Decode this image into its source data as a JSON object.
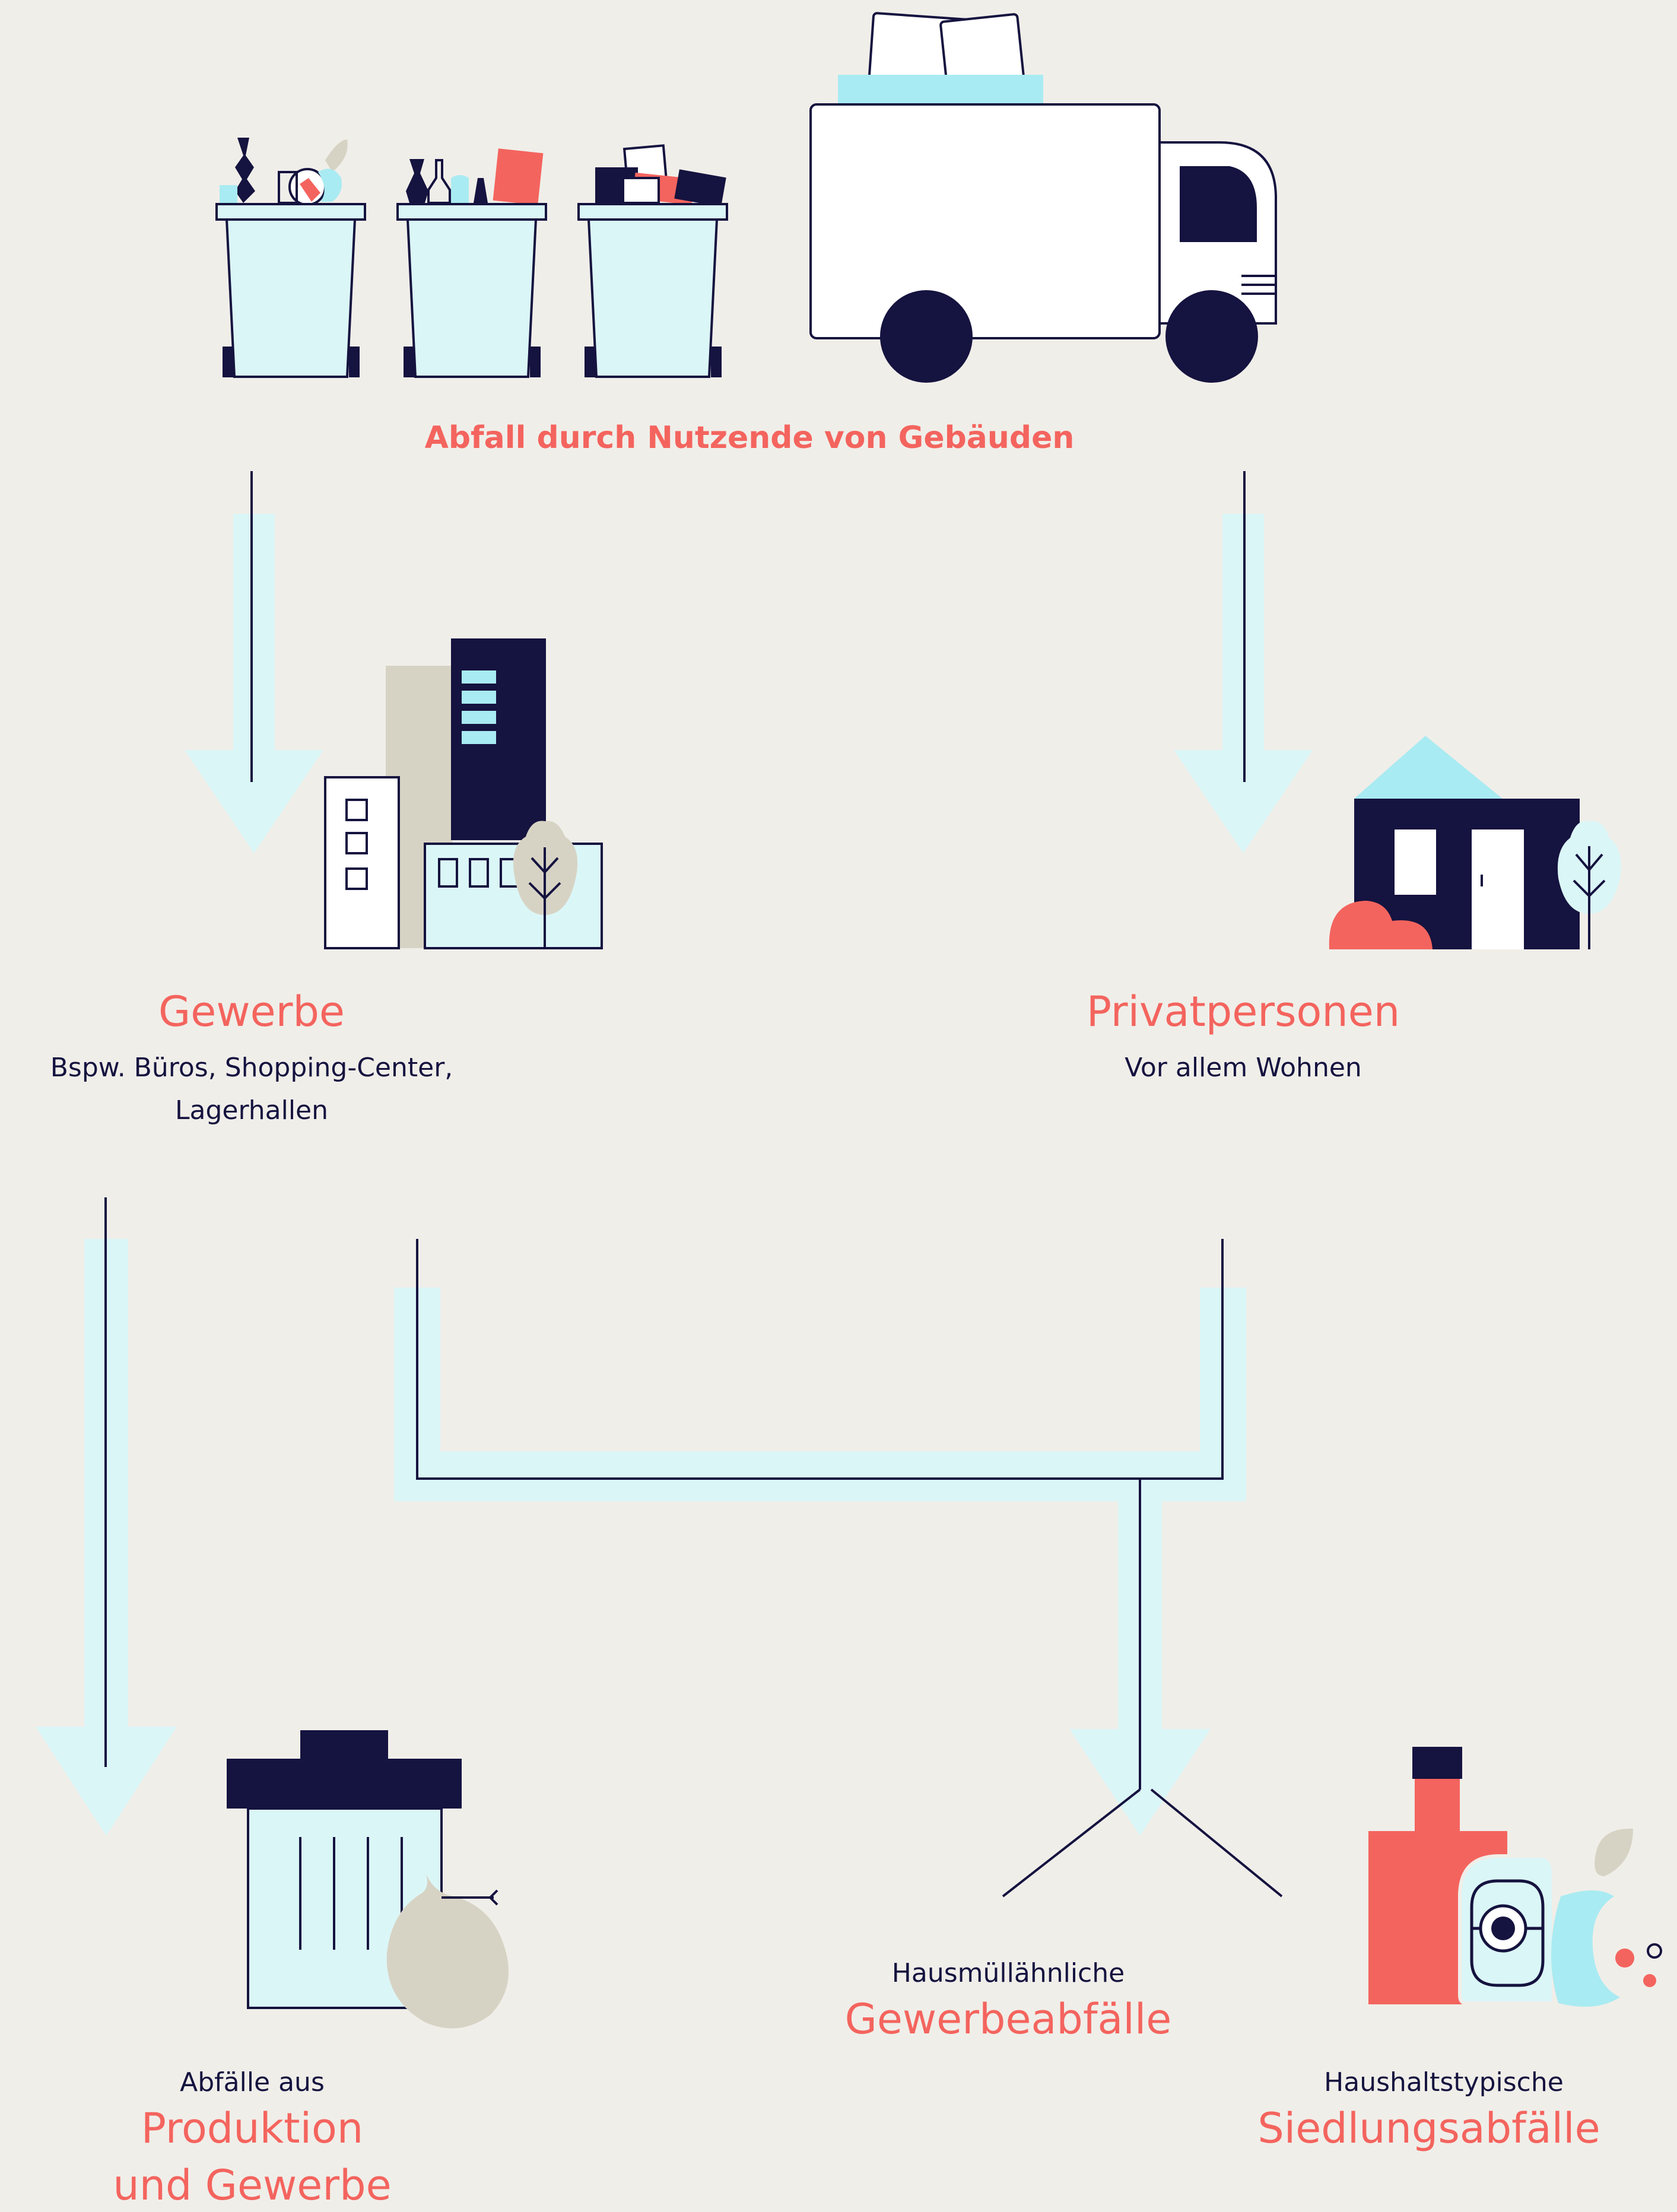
{
  "source_title": "Abfall durch Nutzende von Gebäuden",
  "branches": {
    "commercial": {
      "title": "Gewerbe",
      "subtitle_line1": "Bspw. Büros, Shopping-Center,",
      "subtitle_line2": "Lagerhallen"
    },
    "private": {
      "title": "Privatpersonen",
      "subtitle": "Vor allem Wohnen"
    }
  },
  "outcomes": {
    "production": {
      "prefix": "Abfälle aus",
      "title_line1": "Produktion",
      "title_line2": "und Gewerbe"
    },
    "commercial_waste": {
      "prefix": "Hausmüllähnliche",
      "title": "Gewerbeabfälle"
    },
    "municipal": {
      "prefix": "Haushaltstypische",
      "title": "Siedlungsabfälle"
    }
  },
  "colors": {
    "background": "#f0eee9",
    "navy": "#15133f",
    "coral": "#f4645e",
    "light_blue": "#dbf6f7",
    "sky_blue": "#a9ebf2",
    "beige": "#d7d3c4",
    "white": "#ffffff"
  },
  "icons": [
    "wheelie-bins-icon",
    "truck-icon",
    "office-buildings-icon",
    "house-icon",
    "trash-can-icon",
    "garbage-bag-icon",
    "bottle-icon",
    "detergent-icon",
    "apple-core-icon"
  ]
}
